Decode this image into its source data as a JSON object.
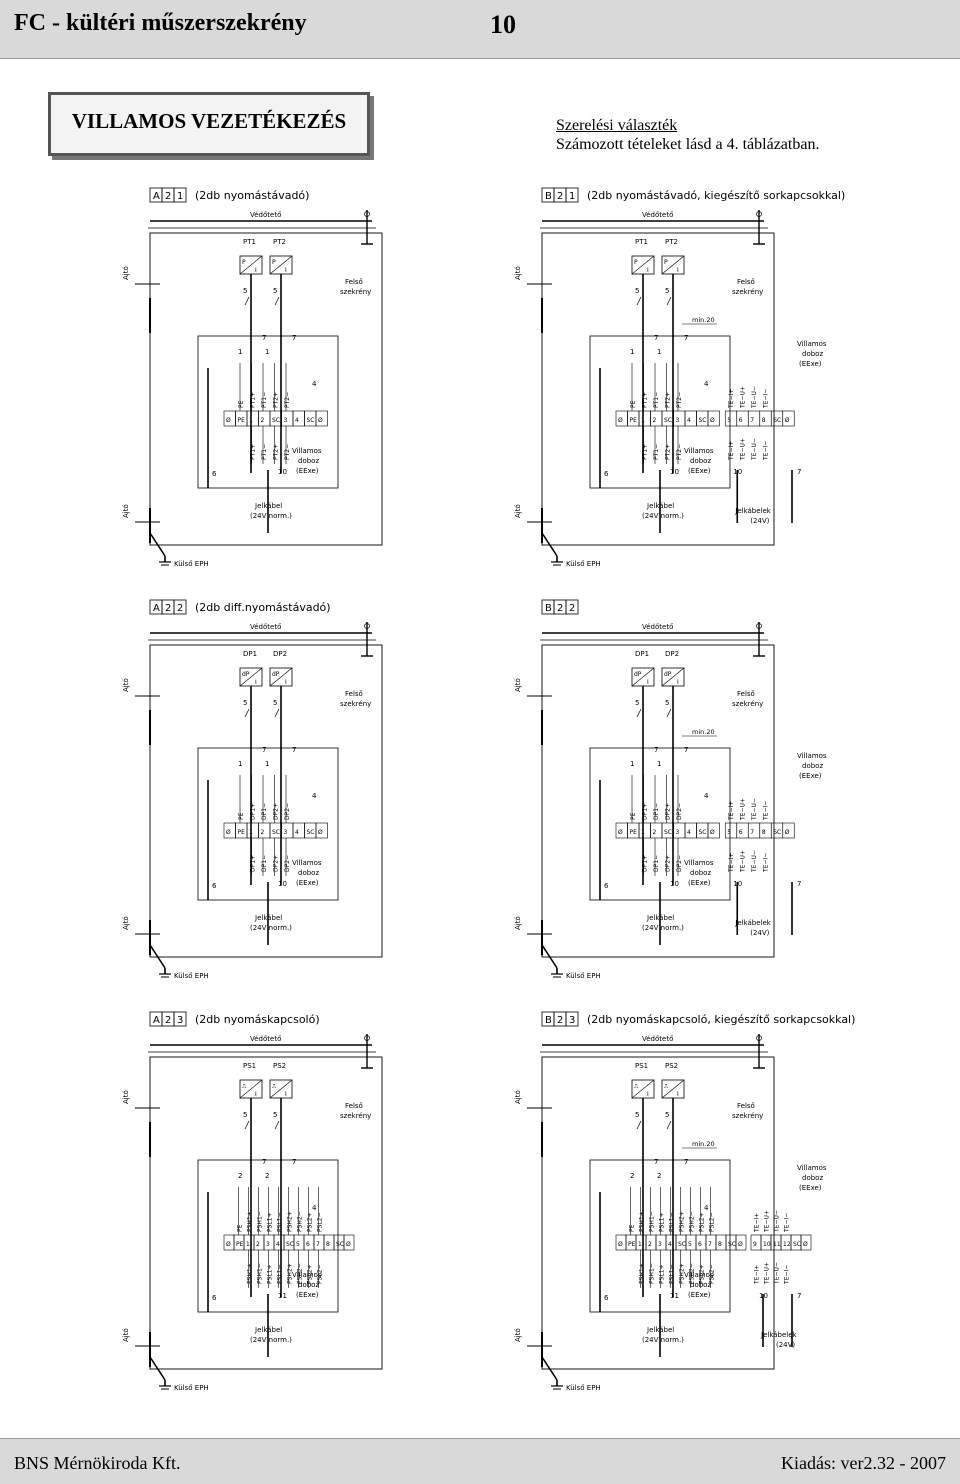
{
  "header": {
    "title": "FC - kültéri műszerszekrény",
    "page_number": "10"
  },
  "section_title": "VILLAMOS VEZETÉKEZÉS",
  "note": {
    "line1": "Szerelési választék",
    "line2": "Számozott tételeket lásd a 4. táblázatban."
  },
  "footer": {
    "left": "BNS Mérnökiroda Kft.",
    "right": "Kiadás: ver2.32 - 2007"
  },
  "common_labels": {
    "roof": "Védőtető",
    "door": "Ajtó",
    "upper_cabinet_1": "Felső",
    "upper_cabinet_2": "szekrény",
    "box_1": "Villamos",
    "box_2": "doboz",
    "box_3": "(EExe)",
    "signal_cable_1": "Jelkábel",
    "signal_cable_2": "(24V norm.)",
    "signal_cables_1": "Jelkábelek",
    "signal_cables_2": "(24V)",
    "ground": "Külső EPH",
    "min_label": "min.20"
  },
  "diagrams": [
    {
      "code": [
        "A",
        "2",
        "1"
      ],
      "caption": "(2db nyomástávadó)",
      "devices": [
        "PT1",
        "PT2"
      ],
      "symbols": [
        [
          "P",
          "I"
        ],
        [
          "P",
          "I"
        ]
      ],
      "top_nums": [
        "1",
        "1",
        "7",
        "7",
        "4"
      ],
      "bot_nums": [
        "6",
        "10"
      ],
      "upper_terms": [
        "PE",
        "PT1+",
        "PT1−",
        "PT2+",
        "PT2−"
      ],
      "lower_terms": [
        "PT1+",
        "PT1−",
        "PT2+",
        "PT2−"
      ],
      "term_nums": [
        "Ø",
        "PE",
        "1",
        "2",
        "SC",
        "3",
        "4",
        "SC",
        "Ø"
      ],
      "extra": null
    },
    {
      "code": [
        "B",
        "2",
        "1"
      ],
      "caption": "(2db nyomástávadó, kiegészítő sorkapcsokkal)",
      "devices": [
        "PT1",
        "PT2"
      ],
      "symbols": [
        [
          "P",
          "I"
        ],
        [
          "P",
          "I"
        ]
      ],
      "top_nums": [
        "1",
        "1",
        "7",
        "7",
        "4"
      ],
      "bot_nums": [
        "6",
        "10",
        "10",
        "7"
      ],
      "upper_terms": [
        "PE",
        "PT1+",
        "PT1−",
        "PT2+",
        "PT2−"
      ],
      "lower_terms": [
        "PT1+",
        "PT1−",
        "PT2+",
        "PT2−"
      ],
      "term_nums": [
        "Ø",
        "PE",
        "1",
        "2",
        "SC",
        "3",
        "4",
        "SC",
        "Ø"
      ],
      "extra": {
        "upper": [
          "TE−I+",
          "TE−U+",
          "TE−U−",
          "TE−I−"
        ],
        "lower": [
          "TE−I+",
          "TE−U+",
          "TE−U−",
          "TE−I−"
        ],
        "nums": [
          "5",
          "6",
          "7",
          "8",
          "SC",
          "Ø"
        ]
      }
    },
    {
      "code": [
        "A",
        "2",
        "2"
      ],
      "caption": "(2db diff.nyomástávadó)",
      "devices": [
        "DP1",
        "DP2"
      ],
      "symbols": [
        [
          "dP",
          "I"
        ],
        [
          "dP",
          "I"
        ]
      ],
      "top_nums": [
        "1",
        "1",
        "7",
        "7",
        "4"
      ],
      "bot_nums": [
        "6",
        "10"
      ],
      "upper_terms": [
        "PE",
        "DP1+",
        "DP1−",
        "DP2+",
        "DP2−"
      ],
      "lower_terms": [
        "DP1+",
        "DP1−",
        "DP2+",
        "DP2−"
      ],
      "term_nums": [
        "Ø",
        "PE",
        "1",
        "2",
        "SC",
        "3",
        "4",
        "SC",
        "Ø"
      ],
      "extra": null
    },
    {
      "code": [
        "B",
        "2",
        "2"
      ],
      "caption": "",
      "devices": [
        "DP1",
        "DP2"
      ],
      "symbols": [
        [
          "dP",
          "I"
        ],
        [
          "dP",
          "I"
        ]
      ],
      "top_nums": [
        "1",
        "1",
        "7",
        "7",
        "4"
      ],
      "bot_nums": [
        "6",
        "10",
        "10",
        "7"
      ],
      "upper_terms": [
        "PE",
        "DP1+",
        "DP1−",
        "DP2+",
        "DP2−"
      ],
      "lower_terms": [
        "DP1+",
        "DP1−",
        "DP2+",
        "DP2−"
      ],
      "term_nums": [
        "Ø",
        "PE",
        "1",
        "2",
        "SC",
        "3",
        "4",
        "SC",
        "Ø"
      ],
      "extra": {
        "upper": [
          "TE−I+",
          "TE−U+",
          "TE−U−",
          "TE−I−"
        ],
        "lower": [
          "TE−I+",
          "TE−U+",
          "TE−U−",
          "TE−I−"
        ],
        "nums": [
          "5",
          "6",
          "7",
          "8",
          "SC",
          "Ø"
        ]
      }
    },
    {
      "code": [
        "A",
        "2",
        "3"
      ],
      "caption": "(2db nyomáskapcsoló)",
      "devices": [
        "PS1",
        "PS2"
      ],
      "symbols": [
        [
          "⎍",
          "I"
        ],
        [
          "⎍",
          "I"
        ]
      ],
      "top_nums": [
        "2",
        "2",
        "7",
        "7",
        "4"
      ],
      "bot_nums": [
        "6",
        "11"
      ],
      "upper_terms": [
        "PE",
        "PSH1+",
        "PSH1−",
        "PSL1+",
        "PSL1−",
        "PSH2+",
        "PSH2−",
        "PSL2+",
        "PSL2−"
      ],
      "lower_terms": [
        "PSH1+",
        "PSH1−",
        "PSL1+",
        "PSL1−",
        "PSH2+",
        "PSH2−",
        "PSL2+",
        "PSL2−"
      ],
      "term_nums": [
        "Ø",
        "PE",
        "1",
        "2",
        "3",
        "4",
        "SC",
        "5",
        "6",
        "7",
        "8",
        "SC",
        "Ø"
      ],
      "extra": null
    },
    {
      "code": [
        "B",
        "2",
        "3"
      ],
      "caption": "(2db nyomáskapcsoló, kiegészítő sorkapcsokkal)",
      "devices": [
        "PS1",
        "PS2"
      ],
      "symbols": [
        [
          "⎍",
          "I"
        ],
        [
          "⎍",
          "I"
        ]
      ],
      "top_nums": [
        "2",
        "2",
        "7",
        "7",
        "4"
      ],
      "bot_nums": [
        "6",
        "11",
        "10",
        "7"
      ],
      "upper_terms": [
        "PE",
        "PSH1+",
        "PSH1−",
        "PSL1+",
        "PSL1−",
        "PSH2+",
        "PSH2−",
        "PSL2+",
        "PSL2−"
      ],
      "lower_terms": [
        "PSH1+",
        "PSH1−",
        "PSL1+",
        "PSL1−",
        "PSH2+",
        "PSH2−",
        "PSL2+",
        "PSL2−"
      ],
      "term_nums": [
        "Ø",
        "PE",
        "1",
        "2",
        "3",
        "4",
        "SC",
        "5",
        "6",
        "7",
        "8",
        "SC",
        "Ø"
      ],
      "extra": {
        "upper": [
          "TE−I+",
          "TE−U+",
          "TE−U−",
          "TE−I−"
        ],
        "lower": [
          "TE−I+",
          "TE−U+",
          "TE−U−",
          "TE−I−"
        ],
        "nums": [
          "9",
          "10",
          "11",
          "12",
          "SC",
          "Ø"
        ]
      }
    }
  ]
}
